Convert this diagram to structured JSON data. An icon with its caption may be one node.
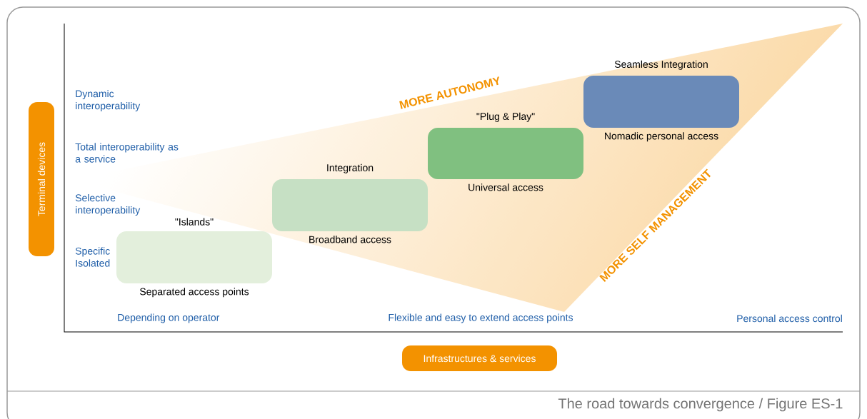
{
  "diagram": {
    "caption": "The road towards convergence / Figure ES-1",
    "nodes": [
      {
        "text": [
          "\"Islands\""
        ],
        "beside": [
          "Separated access points"
        ]
      },
      {
        "text": [
          "Integration"
        ],
        "beside": [
          "Broadband access"
        ]
      },
      {
        "text": [
          "\"Plug & Play\""
        ],
        "beside": [
          "Universal access"
        ]
      },
      {
        "text": [
          "Seamless Integration"
        ],
        "beside": [
          "Nomadic personal access"
        ]
      },
      {
        "text": [
          "Terminal devices"
        ]
      },
      {
        "text": [
          "Infrastructures & services"
        ]
      }
    ],
    "labels": [
      "Dynamic interoperability",
      "Total interoperability as a service",
      "Selective interoperability",
      "Specific Isolated",
      "Depending on operator",
      "Flexible and easy to extend access points",
      "Personal access control",
      "MORE AUTONOMY",
      "MORE SELF MANAGEMENT"
    ]
  }
}
